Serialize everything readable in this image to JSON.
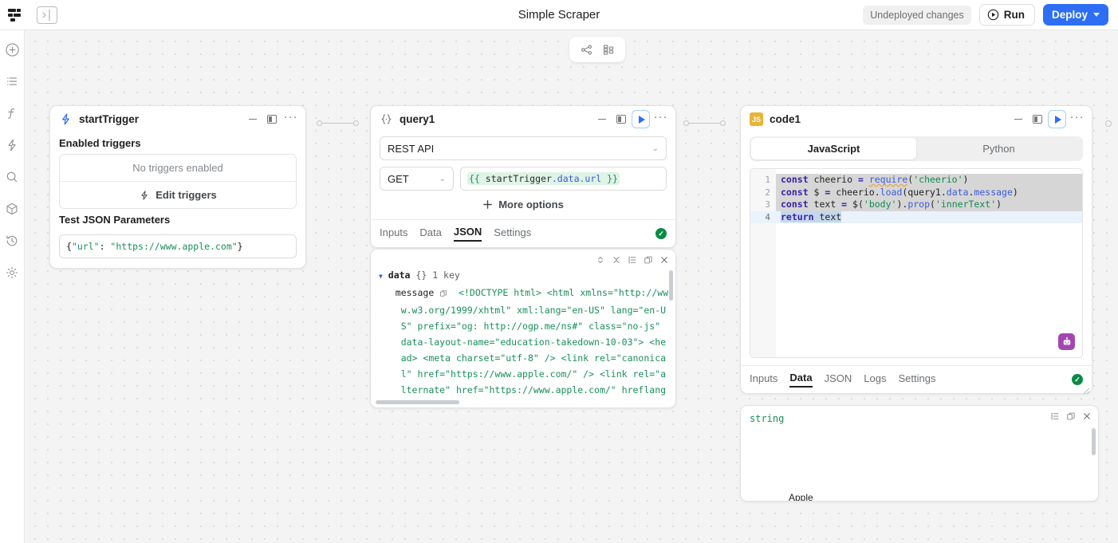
{
  "topbar": {
    "logo": "retool-logo",
    "panel_toggle": "panel-toggle",
    "title": "Simple Scraper",
    "undeployed_label": "Undeployed changes",
    "run_label": "Run",
    "deploy_label": "Deploy"
  },
  "rail": {
    "items": [
      {
        "icon": "plus-circle-icon",
        "name": "add-component"
      },
      {
        "icon": "list-icon",
        "name": "components-list"
      },
      {
        "icon": "function-icon",
        "name": "functions"
      },
      {
        "icon": "lightning-icon",
        "name": "triggers"
      },
      {
        "icon": "search-icon",
        "name": "search"
      },
      {
        "icon": "cube-icon",
        "name": "resources"
      },
      {
        "icon": "history-icon",
        "name": "history"
      },
      {
        "icon": "gear-icon",
        "name": "settings"
      }
    ]
  },
  "canvas": {
    "layout_toolbar": [
      {
        "icon": "graph-layout-icon",
        "name": "graph-view"
      },
      {
        "icon": "tree-layout-icon",
        "name": "tree-view"
      }
    ]
  },
  "start_trigger": {
    "icon": "lightning-icon",
    "title": "startTrigger",
    "enabled_triggers_label": "Enabled triggers",
    "no_triggers_text": "No triggers enabled",
    "edit_triggers_label": "Edit triggers",
    "test_params_label": "Test JSON Parameters",
    "test_params_value": "{\"url\": \"https://www.apple.com\"}",
    "test_params_parts": {
      "open_brace": "{",
      "key": "\"url\"",
      "colon": ": ",
      "value": "\"https://www.apple.com\"",
      "close_brace": "}"
    },
    "actions": [
      "minimize",
      "split-view",
      "more-options"
    ]
  },
  "query1": {
    "icon": "query-braces-icon",
    "title": "query1",
    "resource": "REST API",
    "method": "GET",
    "url_value": "{{ startTrigger.data.url }}",
    "url_parts": {
      "open": "{{ ",
      "root": "startTrigger",
      "prop1": ".data",
      "prop2": ".url",
      "close": " }}"
    },
    "more_options_label": "More options",
    "tabs": [
      {
        "label": "Inputs",
        "active": false
      },
      {
        "label": "Data",
        "active": false
      },
      {
        "label": "JSON",
        "active": true
      },
      {
        "label": "Settings",
        "active": false
      }
    ],
    "status": "success",
    "actions": [
      "minimize",
      "split-view",
      "run",
      "more-options"
    ]
  },
  "json_viewer": {
    "tools": [
      "expand-collapse-icon",
      "collapse-all-icon",
      "format-icon",
      "copy-icon",
      "close-icon"
    ],
    "root_key": "data",
    "root_type": "{}",
    "root_count": "1 key",
    "child_key": "message",
    "child_copy_icon": "copy-icon",
    "value_lines": [
      "<!DOCTYPE html> <html xmlns=\"http://ww",
      "w.w3.org/1999/xhtml\" xml:lang=\"en-US\" lang=\"en-U",
      "S\" prefix=\"og: http://ogp.me/ns#\" class=\"no-js\"",
      "data-layout-name=\"education-takedown-10-03\"> <he",
      "ad> <meta charset=\"utf-8\" /> <link rel=\"canonica",
      "l\" href=\"https://www.apple.com/\" /> <link rel=\"a",
      "lternate\" href=\"https://www.apple.com/\" hreflang"
    ]
  },
  "code1": {
    "badge": "JS",
    "title": "code1",
    "lang_tabs": [
      {
        "label": "JavaScript",
        "active": true
      },
      {
        "label": "Python",
        "active": false
      }
    ],
    "code_lines": [
      {
        "n": "1",
        "tokens": [
          {
            "t": "const",
            "c": "kw"
          },
          {
            "t": " cheerio ",
            "c": "plain"
          },
          {
            "t": "=",
            "c": "kw"
          },
          {
            "t": " ",
            "c": "plain"
          },
          {
            "t": "require",
            "c": "fn squig"
          },
          {
            "t": "(",
            "c": "plain"
          },
          {
            "t": "'cheerio'",
            "c": "str"
          },
          {
            "t": ")",
            "c": "plain"
          }
        ]
      },
      {
        "n": "2",
        "tokens": [
          {
            "t": "const",
            "c": "kw"
          },
          {
            "t": " $ ",
            "c": "plain"
          },
          {
            "t": "=",
            "c": "kw"
          },
          {
            "t": " cheerio",
            "c": "plain"
          },
          {
            "t": ".",
            "c": "plain"
          },
          {
            "t": "load",
            "c": "fn"
          },
          {
            "t": "(query1",
            "c": "plain"
          },
          {
            "t": ".",
            "c": "plain"
          },
          {
            "t": "data",
            "c": "fn"
          },
          {
            "t": ".",
            "c": "plain"
          },
          {
            "t": "message",
            "c": "fn"
          },
          {
            "t": ")",
            "c": "plain"
          }
        ]
      },
      {
        "n": "3",
        "tokens": [
          {
            "t": "const",
            "c": "kw"
          },
          {
            "t": " text ",
            "c": "plain"
          },
          {
            "t": "=",
            "c": "kw"
          },
          {
            "t": " $(",
            "c": "plain"
          },
          {
            "t": "'body'",
            "c": "str"
          },
          {
            "t": ")",
            "c": "plain"
          },
          {
            "t": ".",
            "c": "plain"
          },
          {
            "t": "prop",
            "c": "fn"
          },
          {
            "t": "(",
            "c": "plain"
          },
          {
            "t": "'innerText'",
            "c": "str"
          },
          {
            "t": ")",
            "c": "plain"
          }
        ]
      },
      {
        "n": "4",
        "tokens": [
          {
            "t": "return",
            "c": "kw selhl"
          },
          {
            "t": " text",
            "c": "plain selhl"
          }
        ]
      }
    ],
    "ai_assistant_icon": "robot-icon",
    "tabs": [
      {
        "label": "Inputs",
        "active": false
      },
      {
        "label": "Data",
        "active": true
      },
      {
        "label": "JSON",
        "active": false
      },
      {
        "label": "Logs",
        "active": false
      },
      {
        "label": "Settings",
        "active": false
      }
    ],
    "status": "success",
    "actions": [
      "minimize",
      "split-view",
      "run",
      "more-options"
    ]
  },
  "data_viewer": {
    "tools": [
      "format-icon",
      "copy-icon",
      "close-icon"
    ],
    "type_label": "string",
    "preview_text": "Apple"
  },
  "colors": {
    "accent": "#2d6ef5",
    "success": "#0a8a46",
    "string": "#1a8f5a",
    "keyword": "#3b1fa8",
    "ai": "#a347b0",
    "js_badge": "#e8b339",
    "canvas": "#f4f4f4"
  }
}
